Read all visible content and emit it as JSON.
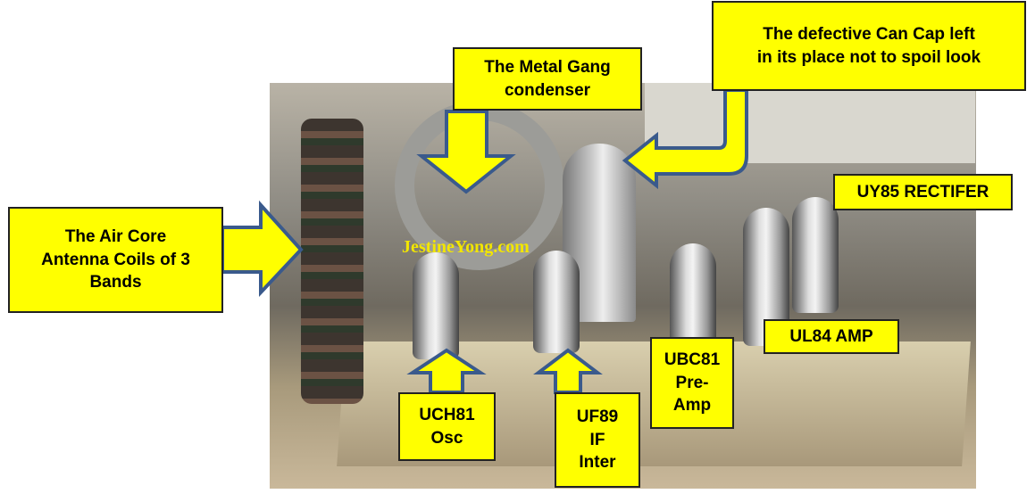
{
  "watermark": "JestineYong.com",
  "labels": {
    "metal_gang": [
      "The Metal Gang",
      "condenser"
    ],
    "can_cap": [
      "The defective Can Cap left",
      "in its place not to spoil look"
    ],
    "air_core": [
      "The Air Core",
      "Antenna Coils of 3",
      "Bands"
    ],
    "uy85": [
      "UY85 RECTIFER"
    ],
    "ul84": [
      "UL84 AMP"
    ],
    "uch81": [
      "UCH81",
      "Osc"
    ],
    "uf89": [
      "UF89",
      "IF",
      "Inter"
    ],
    "ubc81": [
      "UBC81",
      "Pre-",
      "Amp"
    ]
  },
  "colors": {
    "label_fill": "#ffff00",
    "arrow_outline": "#3a5a8c"
  }
}
